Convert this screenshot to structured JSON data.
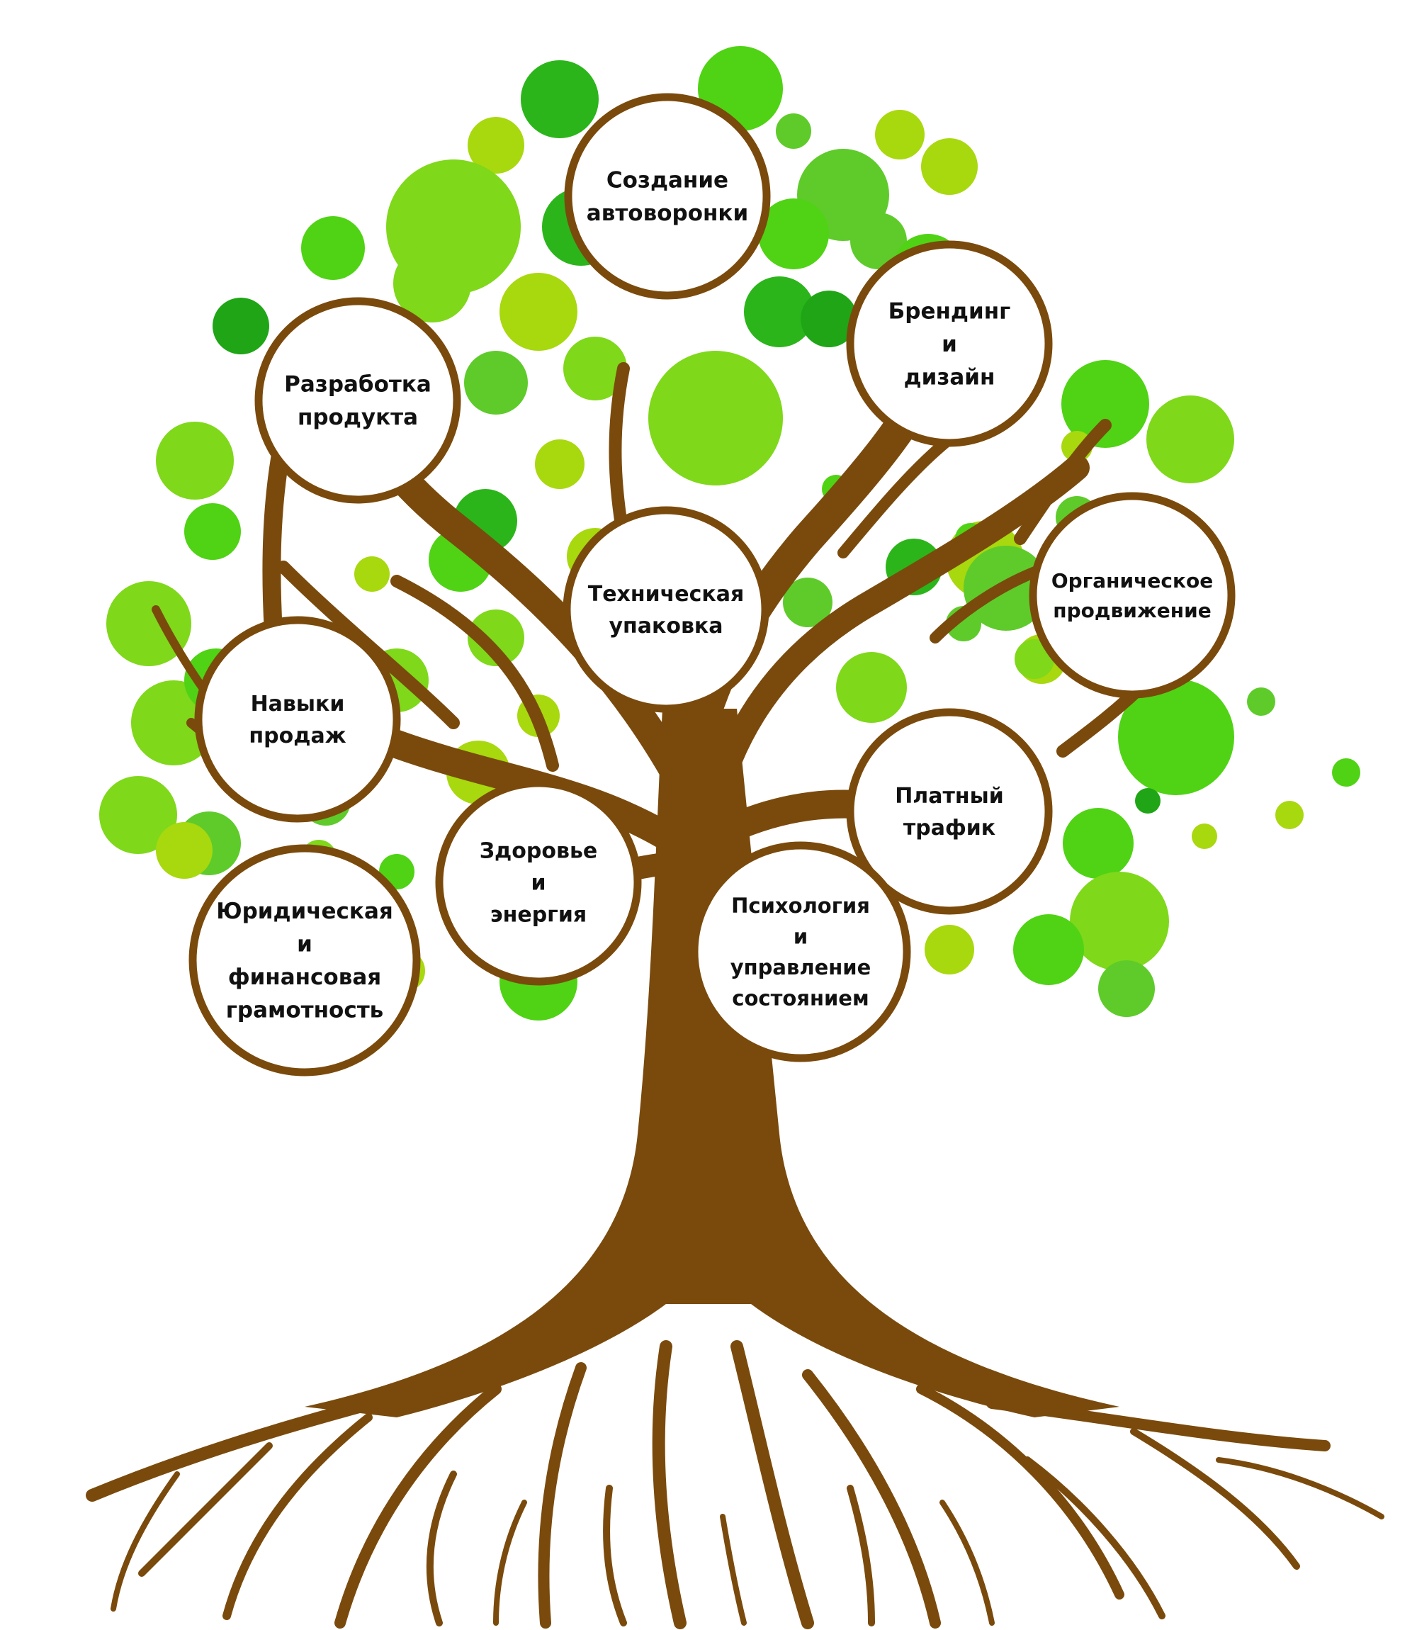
{
  "colors": {
    "trunk": "#7a4a0c",
    "node_fill": "#ffffff",
    "node_stroke": "#7a4a0c",
    "leaf_palette": [
      "#2bb51b",
      "#4fd314",
      "#7fd81a",
      "#a8d80e",
      "#5ecb2a",
      "#1fa516"
    ]
  },
  "nodes": [
    {
      "id": "sozdanie-avtovoronki",
      "lines": [
        "Создание",
        "автоворонки"
      ]
    },
    {
      "id": "brending-i-dizayn",
      "lines": [
        "Брендинг",
        "и",
        "дизайн"
      ]
    },
    {
      "id": "razrabotka-produkta",
      "lines": [
        "Разработка",
        "продукта"
      ]
    },
    {
      "id": "tekhnicheskaya-upakovka",
      "lines": [
        "Техническая",
        "упаковка"
      ]
    },
    {
      "id": "organicheskoe-prodvizhenie",
      "lines": [
        "Органическое",
        "продвижение"
      ]
    },
    {
      "id": "navyki-prodazh",
      "lines": [
        "Навыки",
        "продаж"
      ]
    },
    {
      "id": "platnyy-trafik",
      "lines": [
        "Платный",
        "трафик"
      ]
    },
    {
      "id": "zdorove-i-energiya",
      "lines": [
        "Здоровье",
        "и",
        "энергия"
      ]
    },
    {
      "id": "yuridicheskaya-gramotnost",
      "lines": [
        "Юридическая",
        "и",
        "финансовая",
        "грамотность"
      ]
    },
    {
      "id": "psikhologiya",
      "lines": [
        "Психология",
        "и",
        "управление",
        "состоянием"
      ]
    }
  ]
}
